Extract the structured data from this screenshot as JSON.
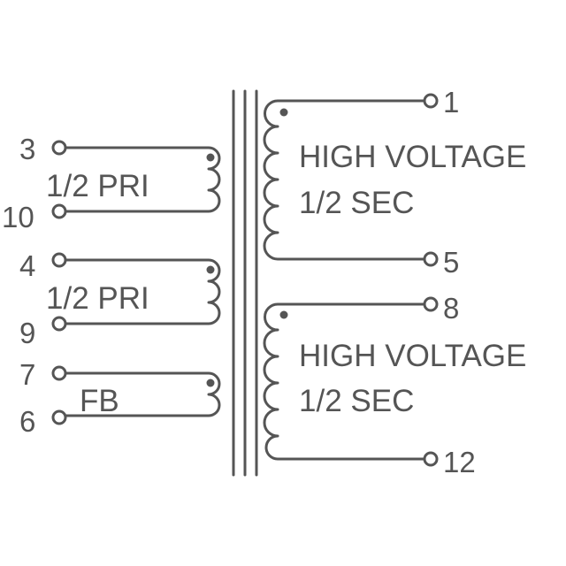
{
  "colors": {
    "line": "#555555",
    "background": "#ffffff"
  },
  "pins": {
    "p1": "1",
    "p3": "3",
    "p4": "4",
    "p5": "5",
    "p6": "6",
    "p7": "7",
    "p8": "8",
    "p9": "9",
    "p10": "10",
    "p12": "12"
  },
  "labels": {
    "pri_a": "1/2 PRI",
    "pri_b": "1/2 PRI",
    "fb": "FB",
    "sec_a_line1": "HIGH VOLTAGE",
    "sec_a_line2": "1/2 SEC",
    "sec_b_line1": "HIGH VOLTAGE",
    "sec_b_line2": "1/2 SEC"
  },
  "windings": [
    {
      "name": "primary-a",
      "pins": [
        "3",
        "10"
      ],
      "label": "1/2 PRI",
      "turns": 3
    },
    {
      "name": "primary-b",
      "pins": [
        "4",
        "9"
      ],
      "label": "1/2 PRI",
      "turns": 3
    },
    {
      "name": "feedback",
      "pins": [
        "7",
        "6"
      ],
      "label": "FB",
      "turns": 2
    },
    {
      "name": "secondary-a",
      "pins": [
        "1",
        "5"
      ],
      "label": "HIGH VOLTAGE 1/2 SEC",
      "turns": 6
    },
    {
      "name": "secondary-b",
      "pins": [
        "8",
        "12"
      ],
      "label": "HIGH VOLTAGE 1/2 SEC",
      "turns": 6
    }
  ]
}
